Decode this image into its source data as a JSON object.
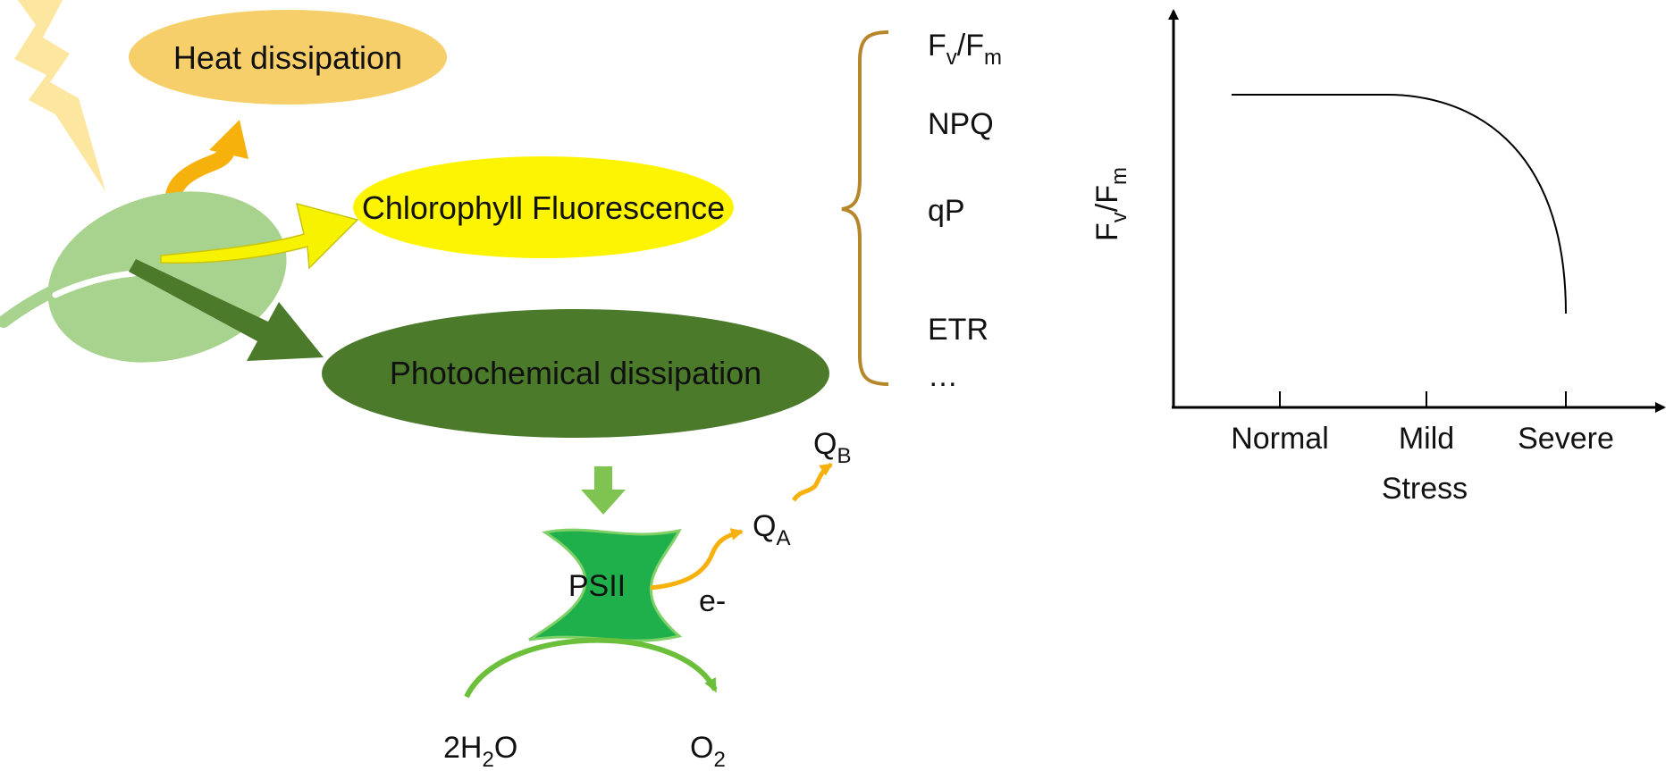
{
  "colors": {
    "heat_fill": "#f7cf6a",
    "chl_fill": "#fcf400",
    "photo_fill": "#4b7a2b",
    "leaf_fill": "#a8d38f",
    "psii_fill": "#1fb04c",
    "orange_arrow": "#f7b10d",
    "bracket": "#b6862a",
    "lightning": "#fde6a0"
  },
  "icons": {
    "lightning": "lightning-icon",
    "leaf": "leaf-icon"
  },
  "ellipses": {
    "heat": "Heat dissipation",
    "chlorophyll": "Chlorophyll Fluorescence",
    "photochemical": "Photochemical dissipation"
  },
  "parameters": {
    "fvfm": {
      "main": "F",
      "sub1": "v",
      "slash": "/F",
      "sub2": "m"
    },
    "items": [
      "NPQ",
      "qP",
      "ETR",
      "…"
    ]
  },
  "psii": {
    "label": "PSII",
    "electron": "e-",
    "qa": {
      "main": "Q",
      "sub": "A"
    },
    "qb": {
      "main": "Q",
      "sub": "B"
    },
    "water": {
      "a": "2H",
      "sub": "2",
      "b": "O"
    },
    "oxygen": {
      "main": "O",
      "sub": "2"
    }
  },
  "chart_data": {
    "type": "line",
    "categories": [
      "Normal",
      "Mild",
      "Severe"
    ],
    "xlabel": "Stress",
    "ylabel": {
      "main": "F",
      "sub1": "v",
      "slash": "/F",
      "sub2": "m"
    },
    "shape": "flat then steep decline toward Severe",
    "series": [
      {
        "values": [
          1.0,
          1.0,
          0.3
        ]
      }
    ]
  }
}
